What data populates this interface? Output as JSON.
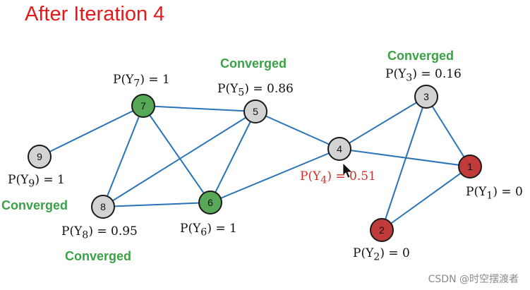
{
  "title": "After Iteration 4",
  "colors": {
    "title": "#e3191c",
    "edge": "#2a73b8",
    "node_gray": "#d3d3d3",
    "node_green": "#57a957",
    "node_red": "#c13b3b",
    "converged": "#3aa246",
    "highlight": "#d62c24"
  },
  "nodes": [
    {
      "id": "1",
      "label": "1",
      "state": "red",
      "prob": {
        "i": "1",
        "val": "0"
      }
    },
    {
      "id": "2",
      "label": "2",
      "state": "red",
      "prob": {
        "i": "2",
        "val": "0"
      }
    },
    {
      "id": "3",
      "label": "3",
      "state": "gray",
      "prob": {
        "i": "3",
        "val": "0.16"
      },
      "converged_label": "Converged"
    },
    {
      "id": "4",
      "label": "4",
      "state": "gray",
      "prob": {
        "i": "4",
        "val": "0.51"
      }
    },
    {
      "id": "5",
      "label": "5",
      "state": "gray",
      "prob": {
        "i": "5",
        "val": "0.86"
      },
      "converged_label": "Converged"
    },
    {
      "id": "6",
      "label": "6",
      "state": "green",
      "prob": {
        "i": "6",
        "val": "1"
      }
    },
    {
      "id": "7",
      "label": "7",
      "state": "green",
      "prob": {
        "i": "7",
        "val": "1"
      }
    },
    {
      "id": "8",
      "label": "8",
      "state": "gray",
      "prob": {
        "i": "8",
        "val": "0.95"
      },
      "converged_label": "Converged"
    },
    {
      "id": "9",
      "label": "9",
      "state": "gray",
      "prob": {
        "i": "9",
        "val": "1"
      },
      "converged_label": "Converged"
    }
  ],
  "edges": [
    [
      "9",
      "7"
    ],
    [
      "7",
      "5"
    ],
    [
      "7",
      "8"
    ],
    [
      "7",
      "6"
    ],
    [
      "5",
      "8"
    ],
    [
      "5",
      "6"
    ],
    [
      "5",
      "4"
    ],
    [
      "8",
      "6"
    ],
    [
      "6",
      "4"
    ],
    [
      "4",
      "3"
    ],
    [
      "4",
      "1"
    ],
    [
      "3",
      "1"
    ],
    [
      "3",
      "2"
    ],
    [
      "1",
      "2"
    ]
  ],
  "watermark": "CSDN @时空摆渡者"
}
